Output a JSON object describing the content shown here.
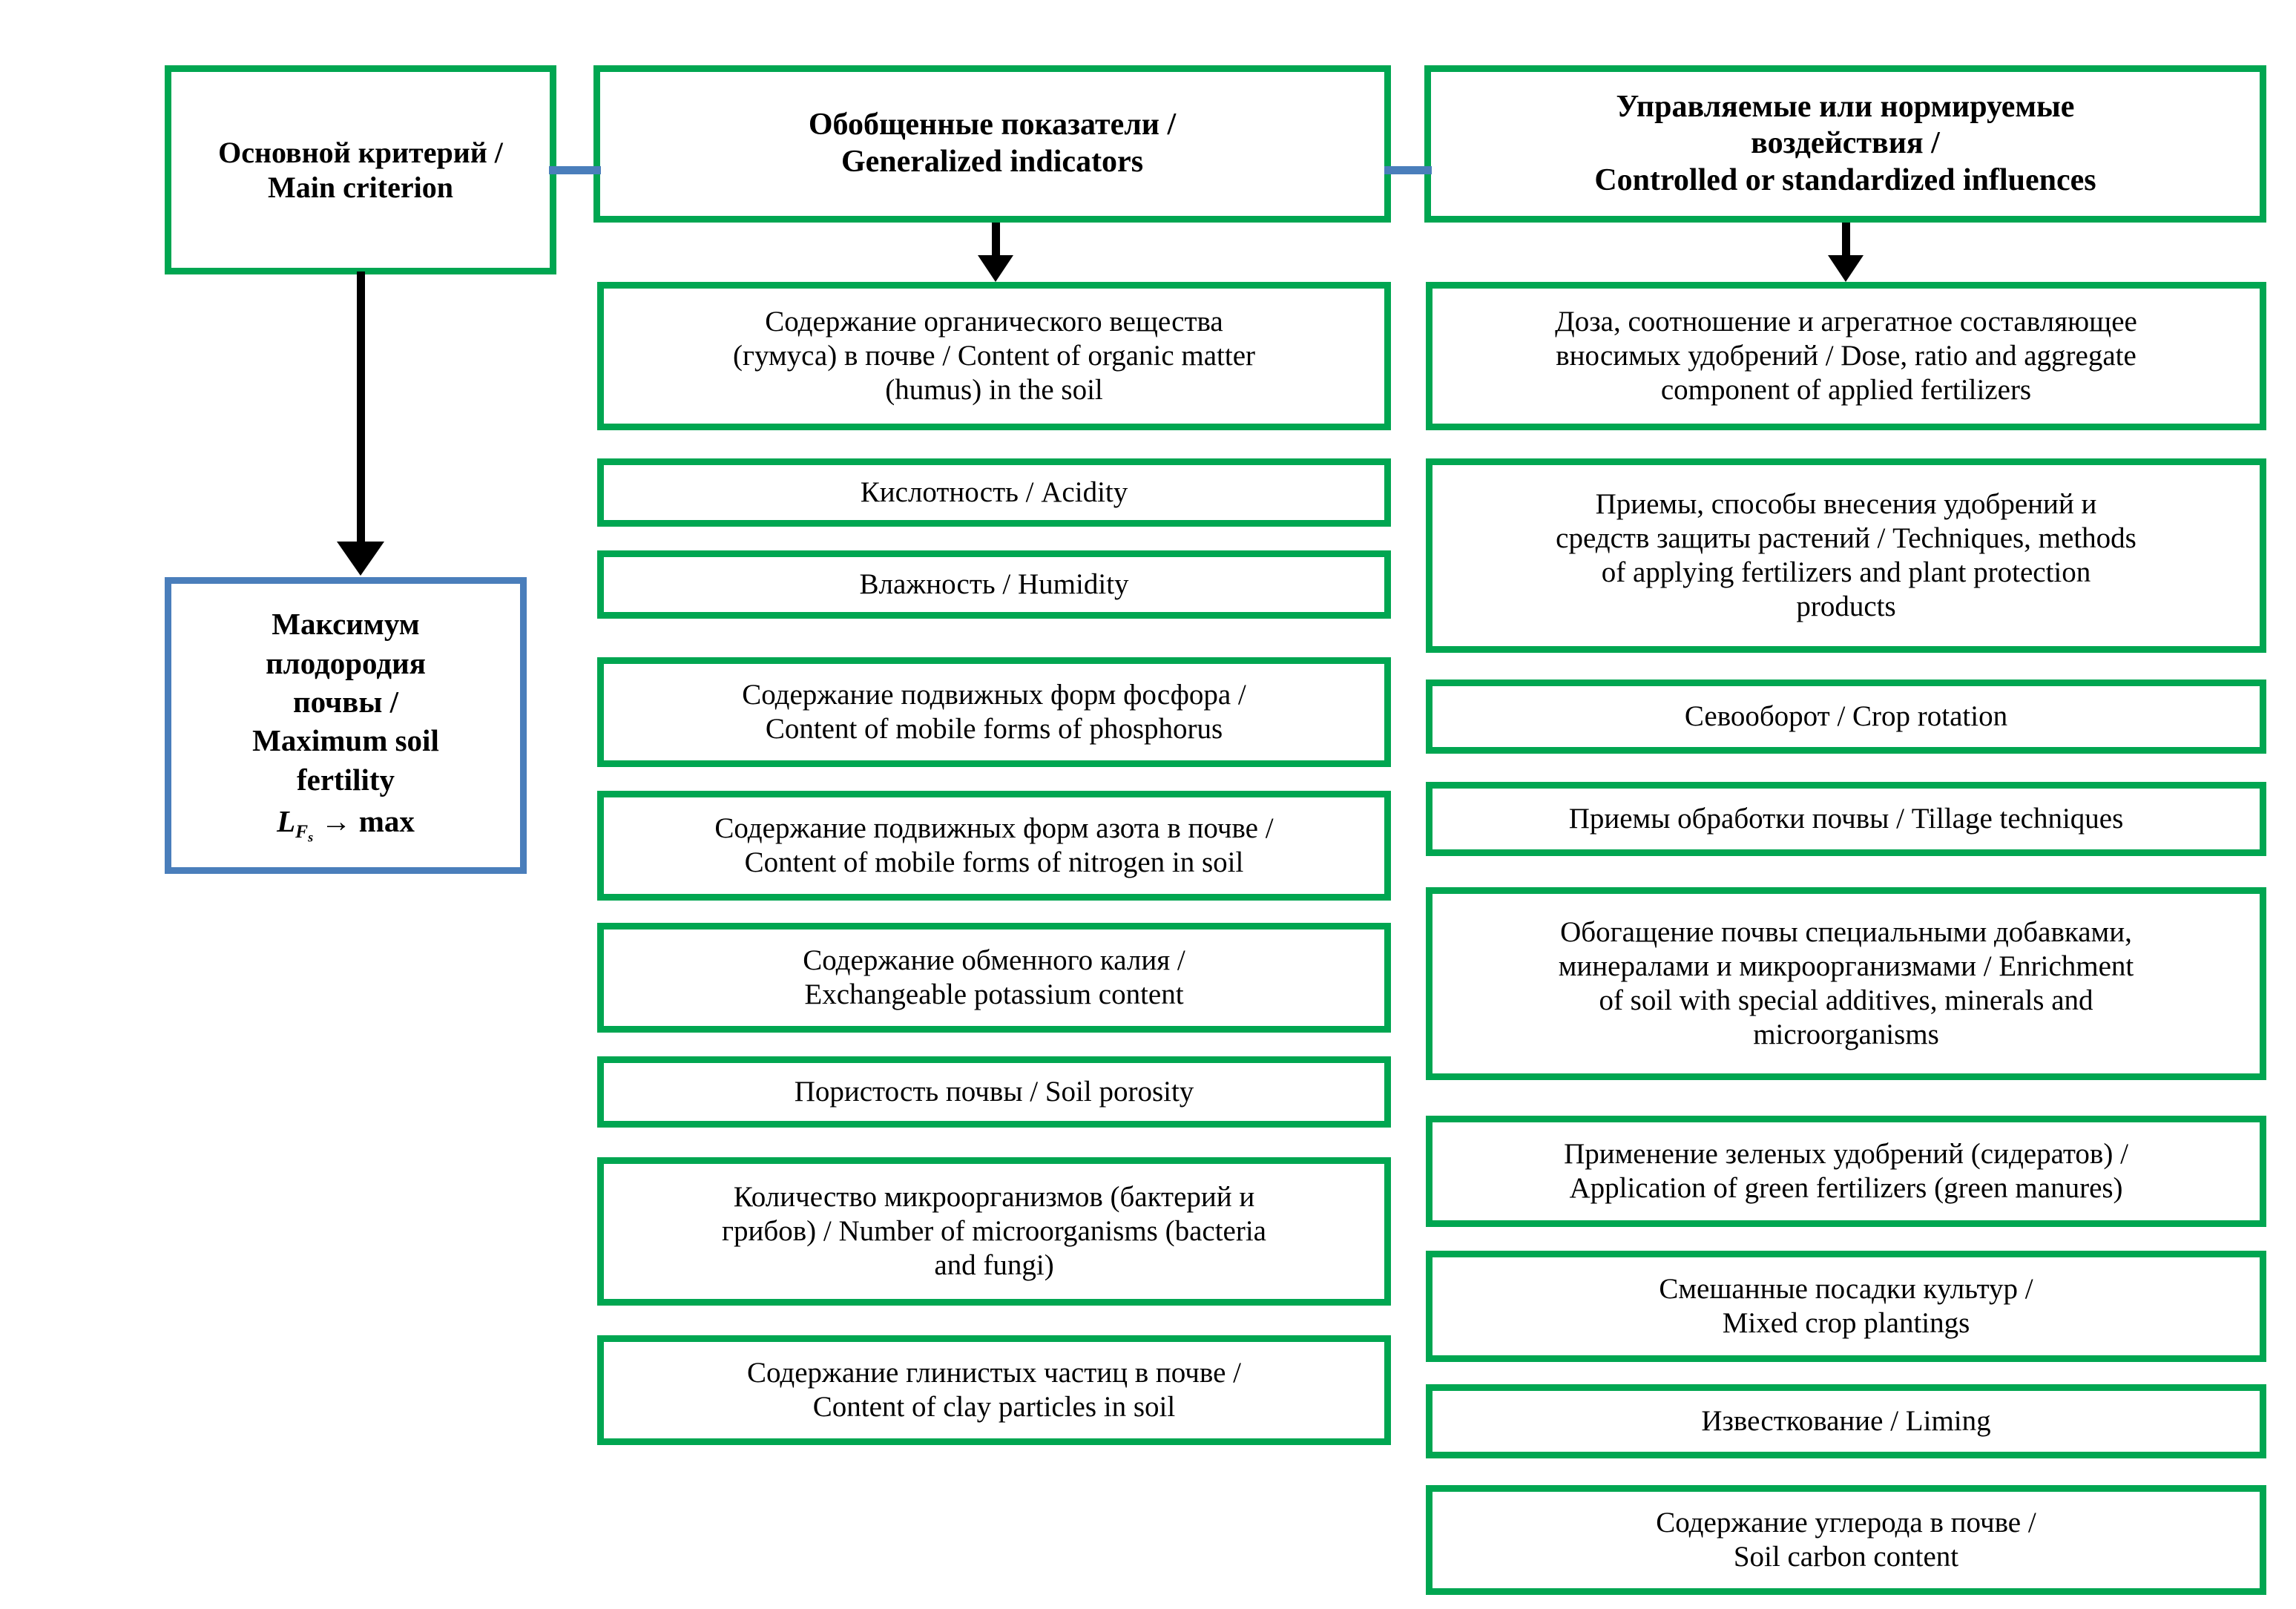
{
  "diagram": {
    "title_main_criterion": "Основной критерий /\nMain criterion",
    "title_generalized_indicators": "Обобщенные показатели /\nGeneralized indicators",
    "title_controlled_influences": "Управляемые или нормируемые\nвоздействия /\nControlled or standardized influences",
    "goal": {
      "text": "Максимум\nплодородия\nпочвы /\nMaximum soil\nfertility",
      "formula_symbol": "L",
      "formula_subscript": "F",
      "formula_subsubscript": "s",
      "formula_tail": " → max"
    },
    "colors": {
      "box_border_green": "#00a651",
      "box_border_blue": "#4a7ebb",
      "connector_blue": "#4a7ebb",
      "arrow_black": "#000000",
      "background": "#ffffff",
      "text": "#000000"
    },
    "generalized_indicators": [
      {
        "id": "organic-matter",
        "label": "Содержание органического вещества\n(гумуса) в почве / Content of organic matter\n(humus) in the soil"
      },
      {
        "id": "acidity",
        "label": "Кислотность / Acidity"
      },
      {
        "id": "humidity",
        "label": "Влажность / Humidity"
      },
      {
        "id": "phosphorus",
        "label": "Содержание подвижных форм фосфора /\nContent of mobile forms of phosphorus"
      },
      {
        "id": "nitrogen",
        "label": "Содержание подвижных форм азота в почве /\nContent of mobile forms of nitrogen in soil"
      },
      {
        "id": "potassium",
        "label": "Содержание обменного калия /\nExchangeable potassium content"
      },
      {
        "id": "porosity",
        "label": "Пористость почвы / Soil porosity"
      },
      {
        "id": "microorganisms",
        "label": "Количество микроорганизмов (бактерий и\nгрибов) / Number of microorganisms (bacteria\nand fungi)"
      },
      {
        "id": "clay-particles",
        "label": "Содержание глинистых частиц в почве /\nContent of clay particles in soil"
      }
    ],
    "controlled_influences": [
      {
        "id": "fertilizer-dose",
        "label": "Доза, соотношение и агрегатное составляющее\nвносимых удобрений / Dose, ratio and aggregate\ncomponent of applied fertilizers"
      },
      {
        "id": "application-methods",
        "label": "Приемы, способы внесения удобрений и\nсредств защиты растений / Techniques, methods\nof applying fertilizers and plant protection\nproducts"
      },
      {
        "id": "crop-rotation",
        "label": "Севооборот / Crop rotation"
      },
      {
        "id": "tillage",
        "label": "Приемы обработки почвы / Tillage techniques"
      },
      {
        "id": "soil-enrichment",
        "label": "Обогащение почвы специальными добавками,\nминералами и микроорганизмами / Enrichment\nof soil with special additives, minerals and\nmicroorganisms"
      },
      {
        "id": "green-manures",
        "label": "Применение зеленых удобрений (сидератов) /\nApplication of green fertilizers (green manures)"
      },
      {
        "id": "mixed-plantings",
        "label": "Смешанные посадки культур /\nMixed crop plantings"
      },
      {
        "id": "liming",
        "label": "Известкование / Liming"
      },
      {
        "id": "soil-carbon",
        "label": "Содержание углерода в почве /\nSoil carbon content"
      }
    ]
  }
}
